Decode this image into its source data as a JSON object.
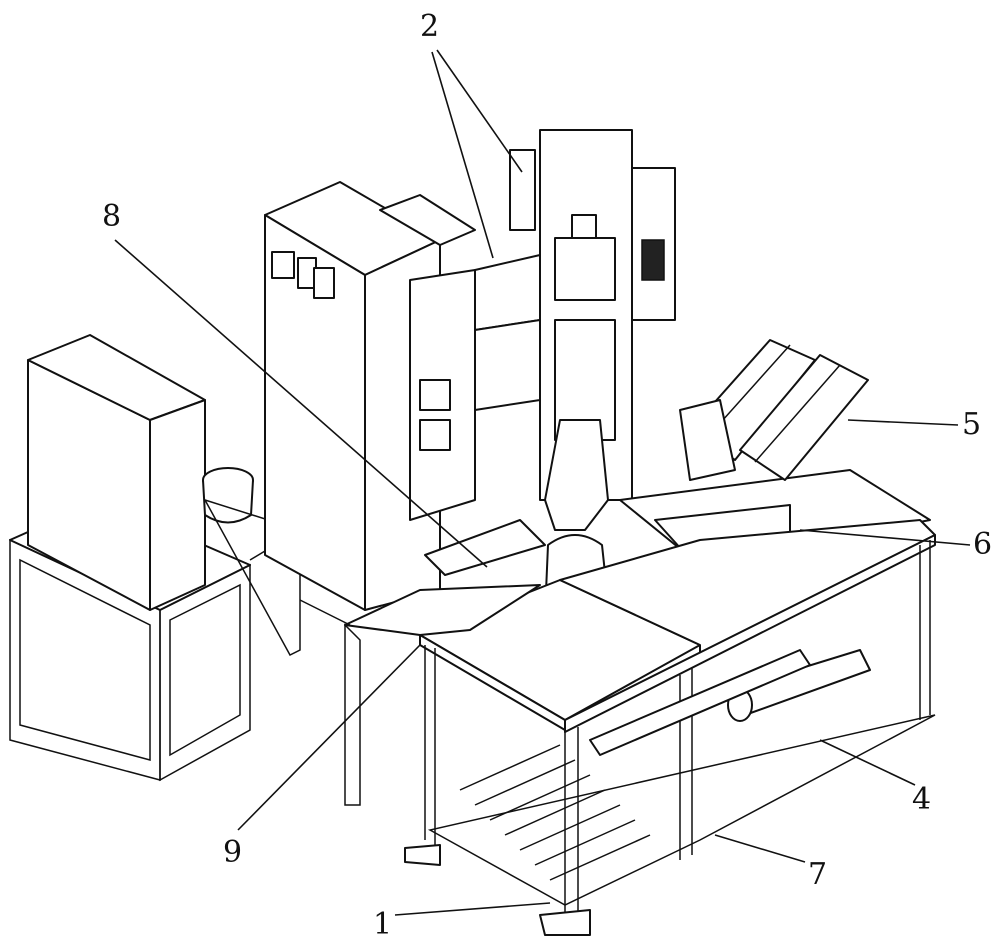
{
  "figure": {
    "labels": [
      {
        "id": "1",
        "text": "1"
      },
      {
        "id": "2",
        "text": "2"
      },
      {
        "id": "4",
        "text": "4"
      },
      {
        "id": "5",
        "text": "5"
      },
      {
        "id": "6",
        "text": "6"
      },
      {
        "id": "7",
        "text": "7"
      },
      {
        "id": "8",
        "text": "8"
      },
      {
        "id": "9",
        "text": "9"
      }
    ]
  }
}
